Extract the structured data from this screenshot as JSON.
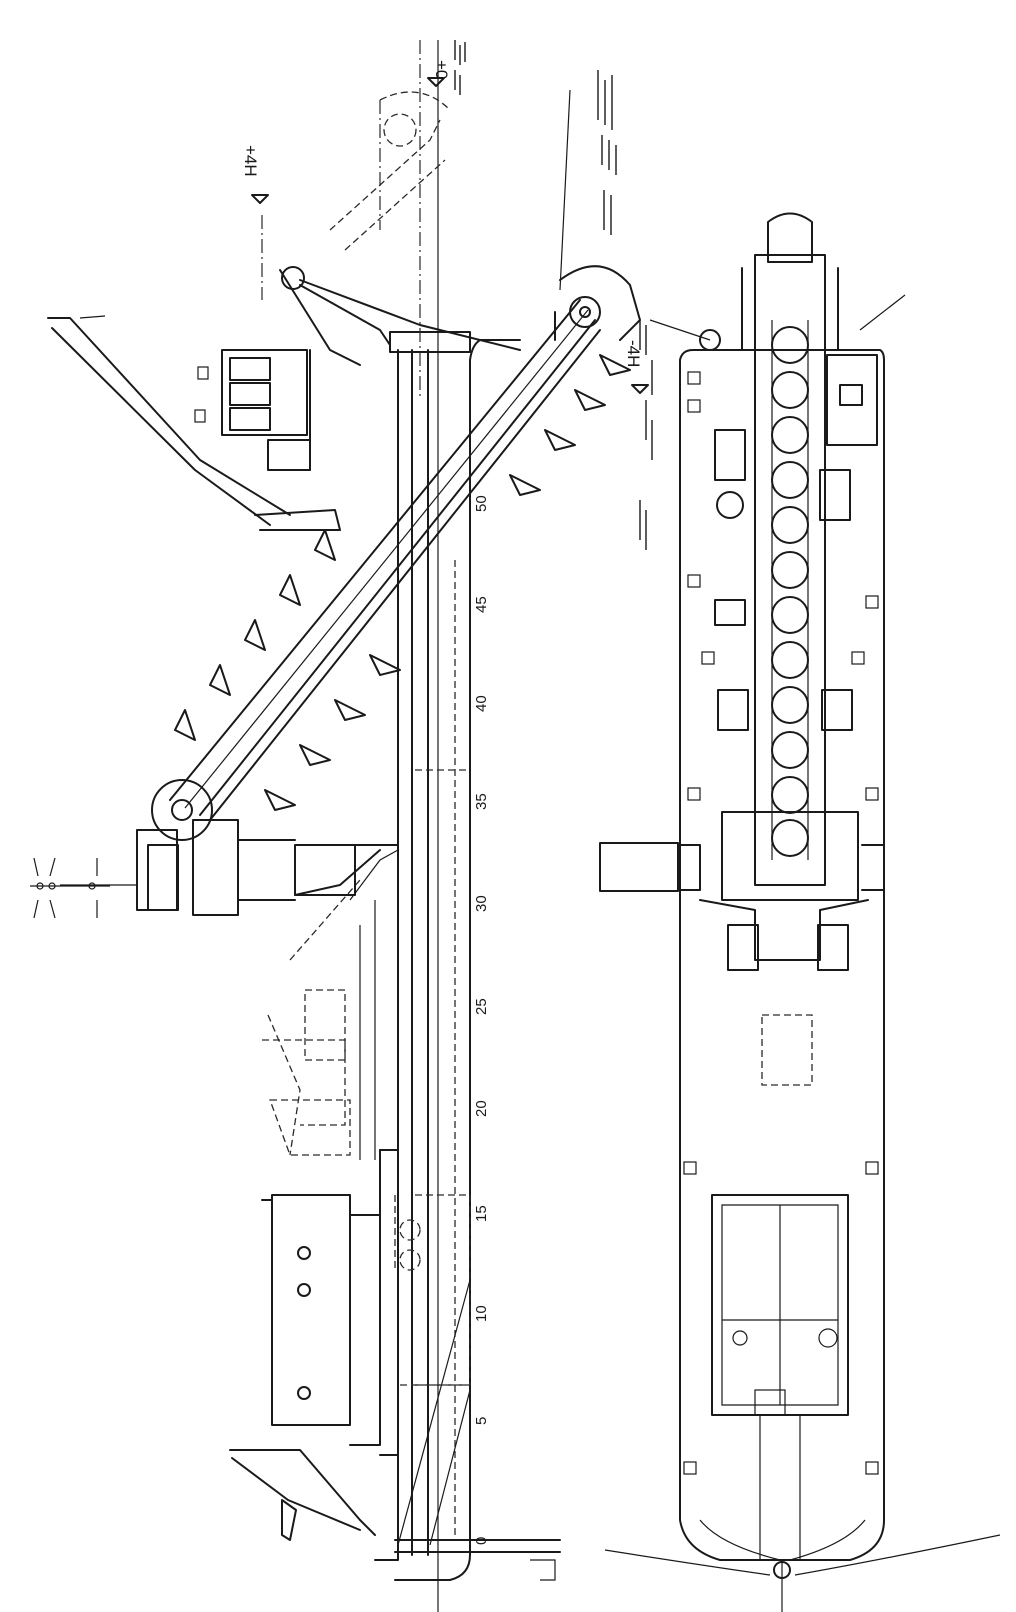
{
  "station_labels": [
    "0",
    "5",
    "10",
    "15",
    "20",
    "25",
    "30",
    "35",
    "40",
    "45",
    "50"
  ],
  "level_labels": [
    "+0",
    "+4H",
    "-4H"
  ]
}
